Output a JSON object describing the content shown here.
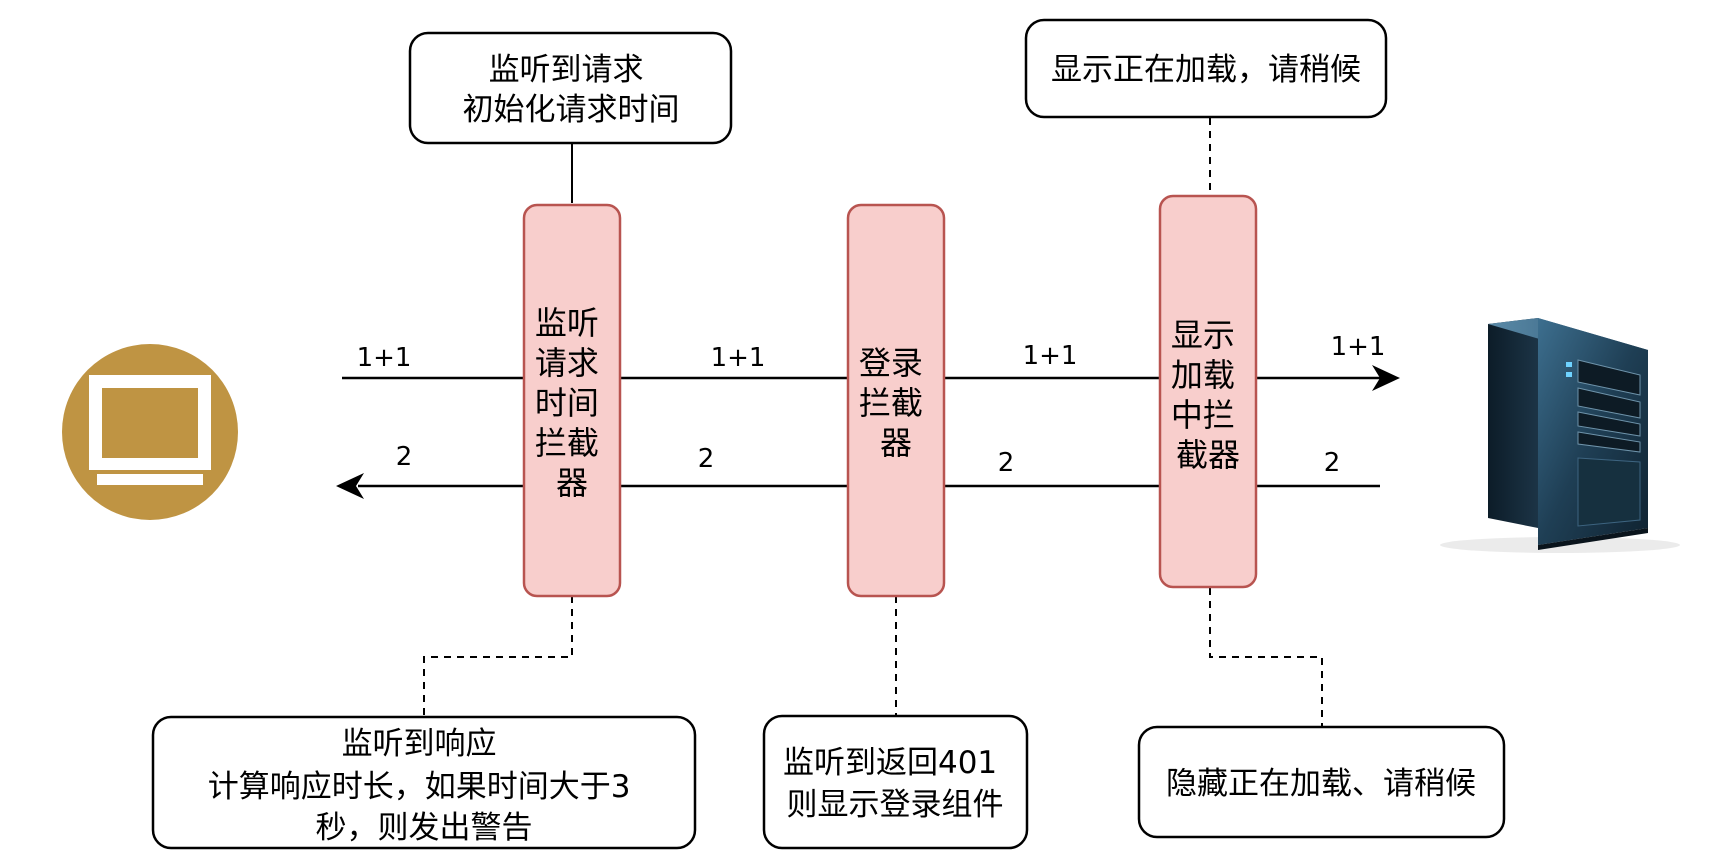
{
  "colors": {
    "background": "#ffffff",
    "line": "#000000",
    "interceptor_fill": "#f8cecc",
    "interceptor_stroke": "#b85450",
    "client_circle": "#bf9443",
    "client_screen": "#ffffff"
  },
  "icons": {
    "client": "monitor-icon",
    "server": "server-tower-icon"
  },
  "interceptors": [
    {
      "id": "request-time",
      "lines": [
        "监听",
        "请求",
        "时间",
        "拦截",
        "器"
      ]
    },
    {
      "id": "login",
      "lines": [
        "登录",
        "拦截",
        "器"
      ]
    },
    {
      "id": "loading",
      "lines": [
        "显示",
        "加载",
        "中拦",
        "截器"
      ]
    }
  ],
  "flow": {
    "request_labels": [
      "1+1",
      "1+1",
      "1+1",
      "1+1"
    ],
    "response_labels": [
      "2",
      "2",
      "2",
      "2"
    ]
  },
  "notes": {
    "request_time_top": [
      "监听到请求",
      "初始化请求时间"
    ],
    "loading_top": [
      "显示正在加载，请稍候"
    ],
    "request_time_bottom": [
      "监听到响应",
      "计算响应时长，如果时间大于3",
      "秒，则发出警告"
    ],
    "login_bottom": [
      "监听到返回401",
      "则显示登录组件"
    ],
    "loading_bottom": [
      "隐藏正在加载、请稍候"
    ]
  }
}
